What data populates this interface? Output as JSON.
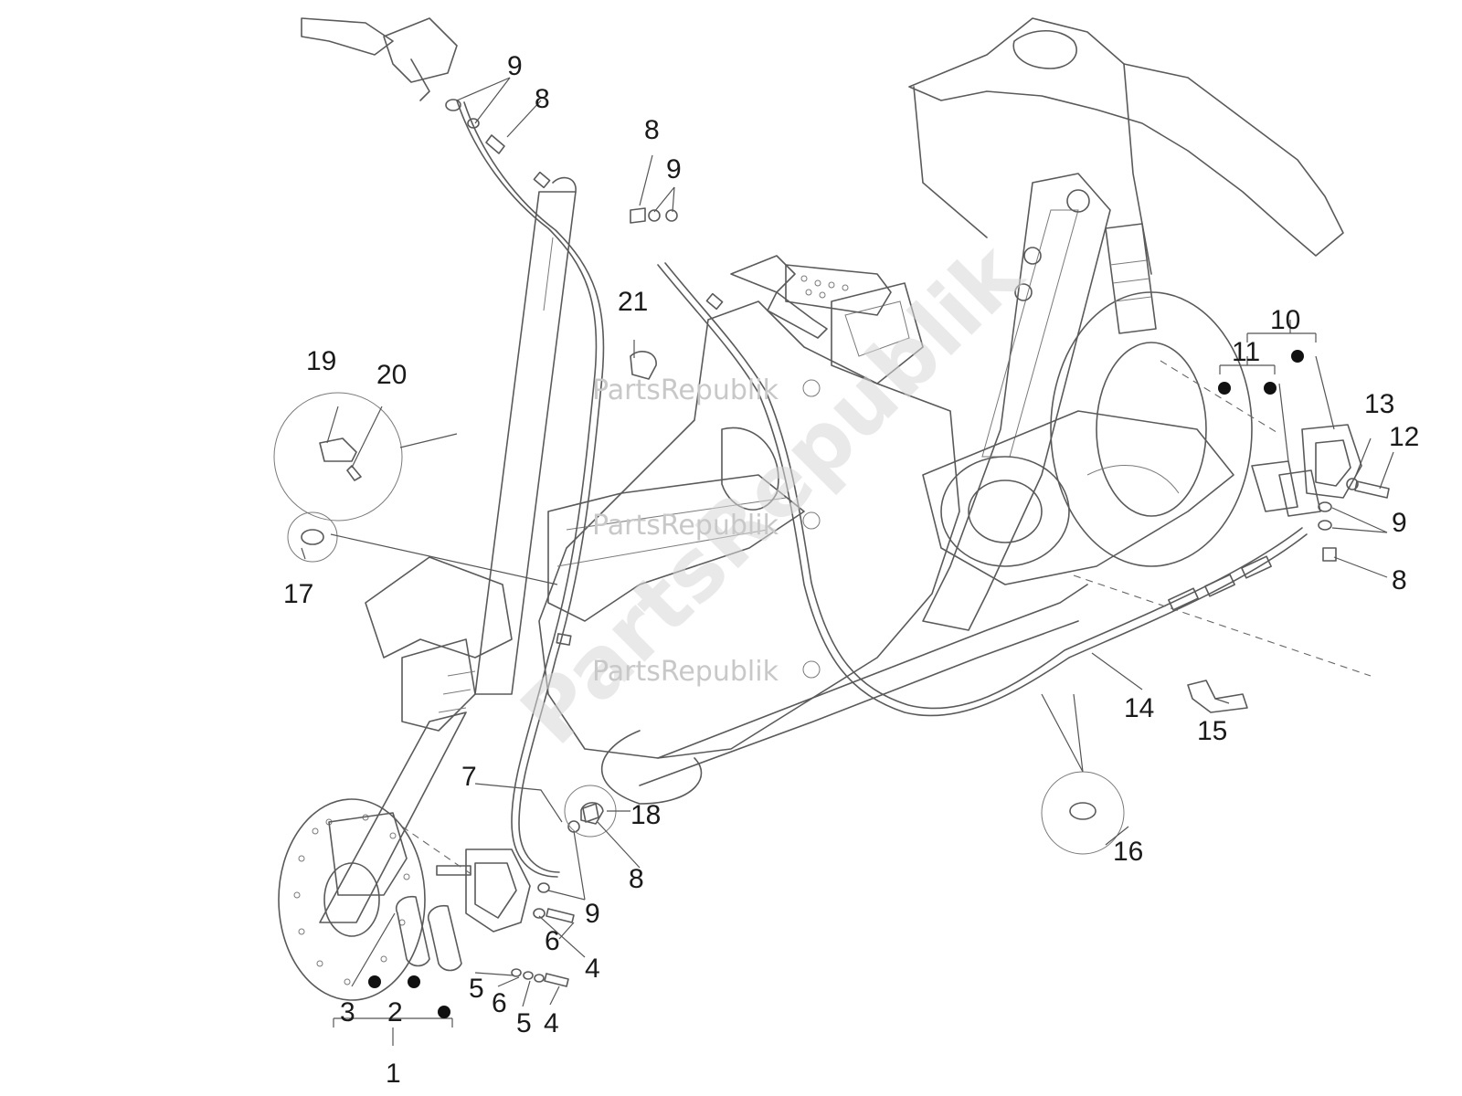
{
  "watermark": {
    "brand_text": "PartsRepublik",
    "diagonal_text": "PartsRepublik"
  },
  "callouts": {
    "n1": "1",
    "n2": "2",
    "n3": "3",
    "n4a": "4",
    "n4b": "4",
    "n5a": "5",
    "n5b": "5",
    "n6a": "6",
    "n6b": "6",
    "n7": "7",
    "n8a": "8",
    "n8b": "8",
    "n8c": "8",
    "n8d": "8",
    "n9a": "9",
    "n9b": "9",
    "n9c": "9",
    "n9d": "9",
    "n10": "10",
    "n11": "11",
    "n12": "12",
    "n13": "13",
    "n14": "14",
    "n15": "15",
    "n16": "16",
    "n17": "17",
    "n18": "18",
    "n19": "19",
    "n20": "20",
    "n21": "21"
  },
  "colors": {
    "line": "#5a5a5a",
    "text": "#1a1a1a",
    "watermark": "#c8c8c8"
  }
}
